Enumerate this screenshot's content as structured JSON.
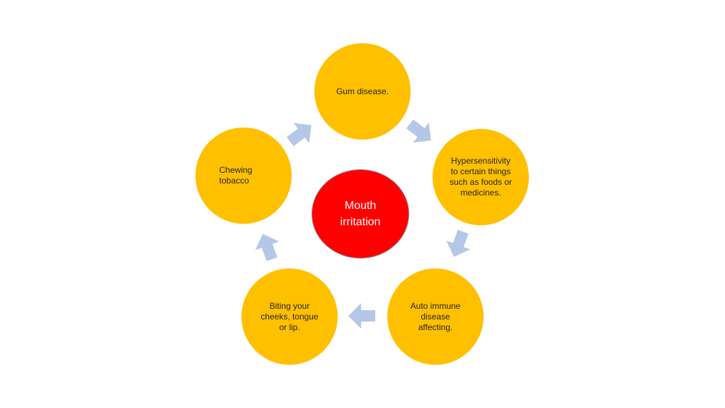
{
  "diagram": {
    "center": {
      "label": "Mouth\nirritation",
      "color": "#FF0000"
    },
    "nodes": [
      {
        "id": "gum-disease",
        "label": "Gum disease."
      },
      {
        "id": "hypersensitivity",
        "label": "Hypersensitivity\nto certain things\nsuch as foods or\nmedicines."
      },
      {
        "id": "auto-immune",
        "label": "Auto immune\ndisease\naffecting."
      },
      {
        "id": "biting",
        "label": "Biting your\ncheeks, tongue\nor lip."
      },
      {
        "id": "chewing-tobacco",
        "label": "Chewing\ntobacco"
      }
    ],
    "node_color": "#FFC000",
    "arrow_color": "#B4C7E7"
  }
}
